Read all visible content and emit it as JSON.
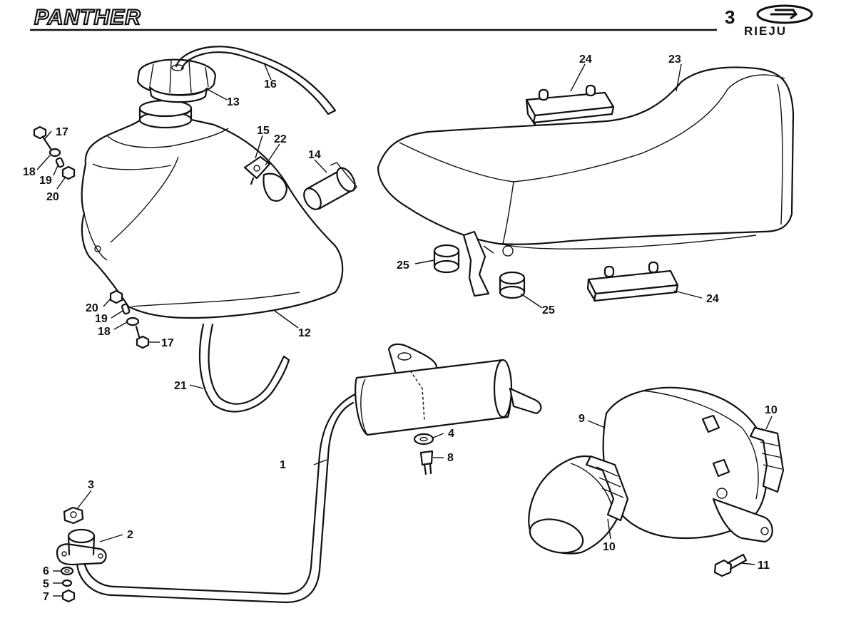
{
  "header": {
    "model_name": "PANTHER",
    "page_number": "3",
    "brand": "RIEJU"
  },
  "callouts": [
    "1",
    "2",
    "3",
    "4",
    "5",
    "6",
    "7",
    "8",
    "9",
    "10",
    "10",
    "11",
    "12",
    "13",
    "14",
    "15",
    "16",
    "17",
    "17",
    "18",
    "18",
    "19",
    "19",
    "20",
    "20",
    "21",
    "22",
    "23",
    "24",
    "24",
    "25",
    "25"
  ]
}
